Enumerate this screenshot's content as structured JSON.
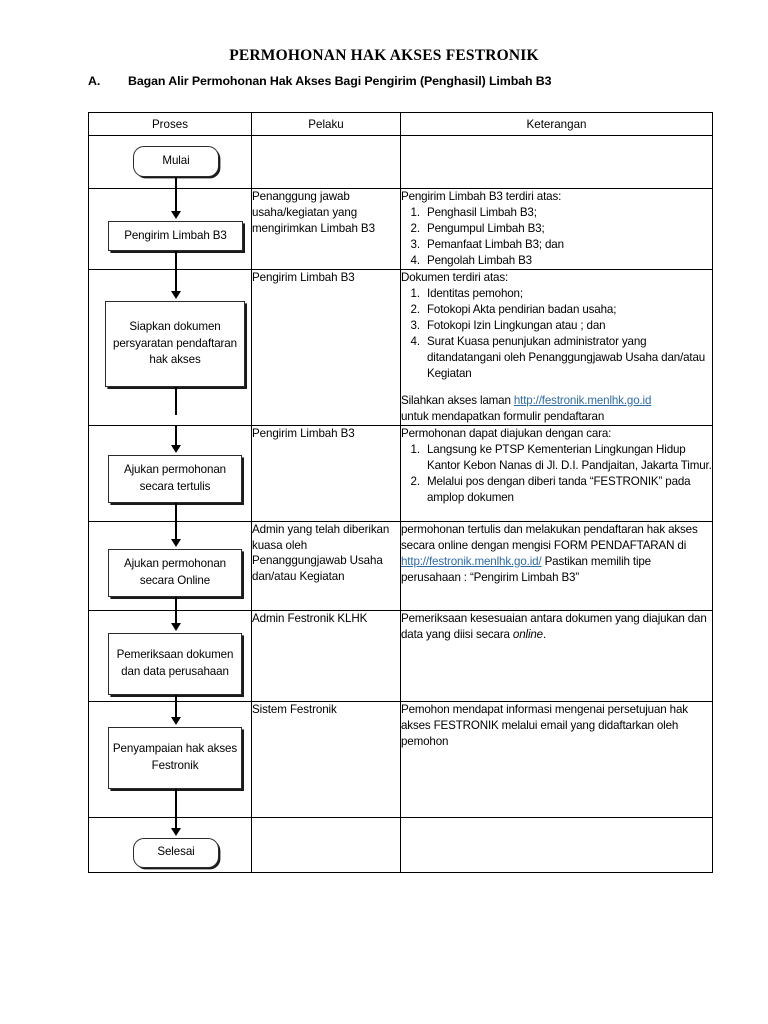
{
  "document": {
    "title": "PERMOHONAN HAK AKSES FESTRONIK",
    "section_letter": "A.",
    "section_title": "Bagan Alir Permohonan Hak Akses Bagi Pengirim (Penghasil) Limbah B3"
  },
  "table": {
    "headers": {
      "proses": "Proses",
      "pelaku": "Pelaku",
      "keterangan": "Keterangan"
    },
    "rows": [
      {
        "shape": "Mulai",
        "shape_type": "terminator",
        "pelaku": "",
        "keterangan": {}
      },
      {
        "shape": "Pengirim Limbah B3",
        "shape_type": "process",
        "pelaku": "Penanggung jawab usaha/kegiatan yang mengirimkan Limbah B3",
        "keterangan": {
          "lead": "Pengirim Limbah B3 terdiri atas:",
          "list": [
            "Penghasil Limbah B3;",
            "Pengumpul Limbah B3;",
            "Pemanfaat Limbah B3; dan",
            "Pengolah Limbah B3"
          ]
        }
      },
      {
        "shape": "Siapkan dokumen persyaratan pendaftaran hak akses",
        "shape_type": "process",
        "pelaku": "Pengirim Limbah B3",
        "keterangan": {
          "lead": "Dokumen terdiri atas:",
          "list": [
            "Identitas pemohon;",
            "Fotokopi Akta pendirian badan usaha;",
            "Fotokopi Izin Lingkungan atau ; dan",
            "Surat Kuasa penunjukan administrator yang ditandatangani oleh Penanggungjawab Usaha dan/atau Kegiatan"
          ],
          "tail_before_link": "Silahkan akses laman ",
          "tail_link": "http://festronik.menlhk.go.id",
          "tail_after_link": "",
          "tail_line2": "untuk mendapatkan formulir pendaftaran"
        }
      },
      {
        "shape": "Ajukan permohonan secara tertulis",
        "shape_type": "process",
        "pelaku": "Pengirim Limbah B3",
        "keterangan": {
          "lead": "Permohonan dapat diajukan dengan cara:",
          "list": [
            "Langsung ke PTSP Kementerian Lingkungan Hidup Kantor Kebon Nanas di Jl. D.I. Pandjaitan, Jakarta Timur.",
            "Melalui pos dengan diberi tanda “FESTRONIK” pada amplop dokumen"
          ]
        }
      },
      {
        "shape": "Ajukan permohonan secara Online",
        "shape_type": "process",
        "pelaku": "Admin yang telah diberikan kuasa oleh Penanggungjawab Usaha dan/atau Kegiatan",
        "keterangan": {
          "para_before_link": "permohonan tertulis dan melakukan pendaftaran hak akses secara online dengan mengisi FORM PENDAFTARAN di ",
          "link": "http://festronik.menlhk.go.id/",
          "para_after_link": " Pastikan memilih tipe perusahaan : “Pengirim Limbah B3”"
        }
      },
      {
        "shape": "Pemeriksaan dokumen dan data perusahaan",
        "shape_type": "process",
        "pelaku": "Admin Festronik KLHK",
        "keterangan": {
          "para_plain_1": "Pemeriksaan kesesuaian antara dokumen yang diajukan dan data yang diisi secara ",
          "para_italic": "online",
          "para_plain_2": "."
        }
      },
      {
        "shape": "Penyampaian hak akses  Festronik",
        "shape_type": "process",
        "pelaku": "Sistem Festronik",
        "keterangan": {
          "para": "Pemohon mendapat informasi mengenai persetujuan hak akses FESTRONIK melalui email yang didaftarkan oleh pemohon"
        }
      },
      {
        "shape": "Selesai",
        "shape_type": "terminator",
        "pelaku": "",
        "keterangan": {}
      }
    ]
  }
}
